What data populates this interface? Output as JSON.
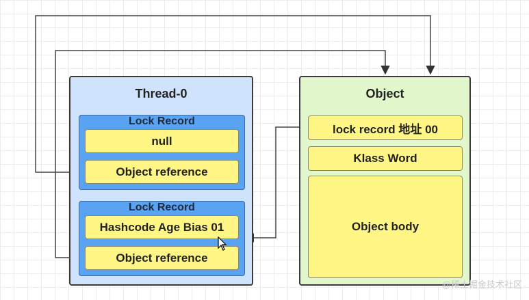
{
  "thread": {
    "title": "Thread-0",
    "records": [
      {
        "title": "Lock Record",
        "slot_top": "null",
        "slot_bottom": "Object reference"
      },
      {
        "title": "Lock Record",
        "slot_top": "Hashcode Age Bias 01",
        "slot_bottom": "Object reference"
      }
    ]
  },
  "object": {
    "title": "Object",
    "mark_word": "lock record 地址 00",
    "klass_word": "Klass Word",
    "body": "Object body"
  },
  "watermark": "@稀土掘金技术社区",
  "colors": {
    "thread_panel": "#cfe3fd",
    "object_panel": "#e2f7cc",
    "lock_record": "#5aa2f2",
    "field": "#fff685",
    "border": "#3a3a3a"
  }
}
